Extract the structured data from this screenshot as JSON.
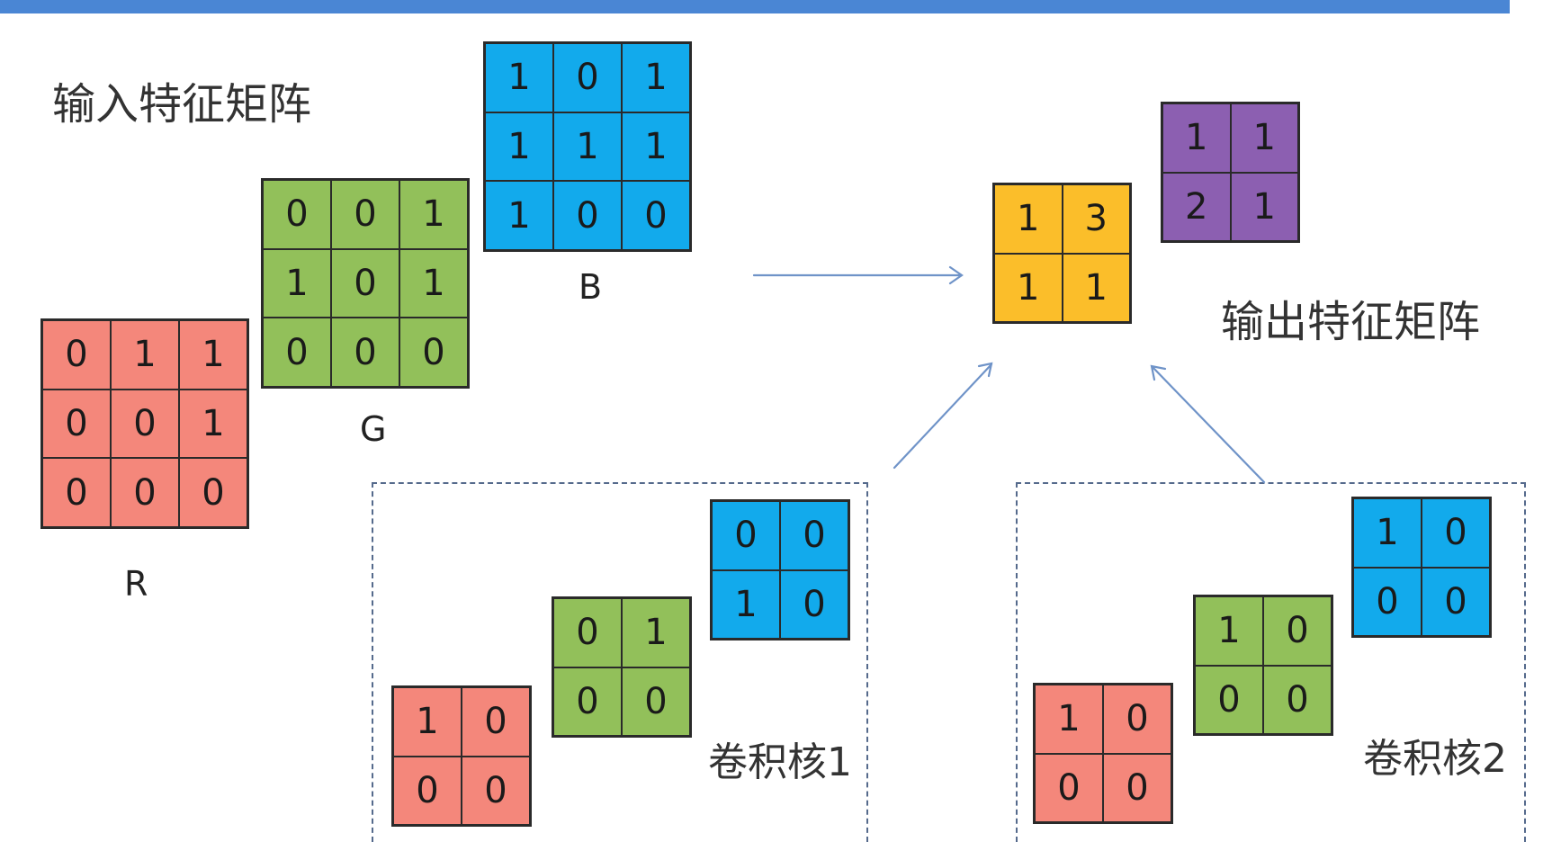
{
  "input": {
    "title": "输入特征矩阵",
    "R": {
      "label": "R",
      "color": "#f4877b",
      "values": [
        [
          0,
          1,
          1
        ],
        [
          0,
          0,
          1
        ],
        [
          0,
          0,
          0
        ]
      ]
    },
    "G": {
      "label": "G",
      "color": "#92c05a",
      "values": [
        [
          0,
          0,
          1
        ],
        [
          1,
          0,
          1
        ],
        [
          0,
          0,
          0
        ]
      ]
    },
    "B": {
      "label": "B",
      "color": "#12aaec",
      "values": [
        [
          1,
          0,
          1
        ],
        [
          1,
          1,
          1
        ],
        [
          1,
          0,
          0
        ]
      ]
    }
  },
  "output": {
    "title": "输出特征矩阵",
    "map1": {
      "color": "#fbbe2a",
      "values": [
        [
          1,
          3
        ],
        [
          1,
          1
        ]
      ]
    },
    "map2": {
      "color": "#8c5fb1",
      "values": [
        [
          1,
          1
        ],
        [
          2,
          1
        ]
      ]
    }
  },
  "kernels": [
    {
      "label": "卷积核1",
      "R": {
        "color": "#f4877b",
        "values": [
          [
            1,
            0
          ],
          [
            0,
            0
          ]
        ]
      },
      "G": {
        "color": "#92c05a",
        "values": [
          [
            0,
            1
          ],
          [
            0,
            0
          ]
        ]
      },
      "B": {
        "color": "#12aaec",
        "values": [
          [
            0,
            0
          ],
          [
            1,
            0
          ]
        ]
      }
    },
    {
      "label": "卷积核2",
      "R": {
        "color": "#f4877b",
        "values": [
          [
            1,
            0
          ],
          [
            0,
            0
          ]
        ]
      },
      "G": {
        "color": "#92c05a",
        "values": [
          [
            1,
            0
          ],
          [
            0,
            0
          ]
        ]
      },
      "B": {
        "color": "#12aaec",
        "values": [
          [
            1,
            0
          ],
          [
            0,
            0
          ]
        ]
      }
    }
  ],
  "colors": {
    "top_bar": "#4a86d4",
    "arrow": "#6f93c8",
    "dash_border": "#556a8c"
  }
}
